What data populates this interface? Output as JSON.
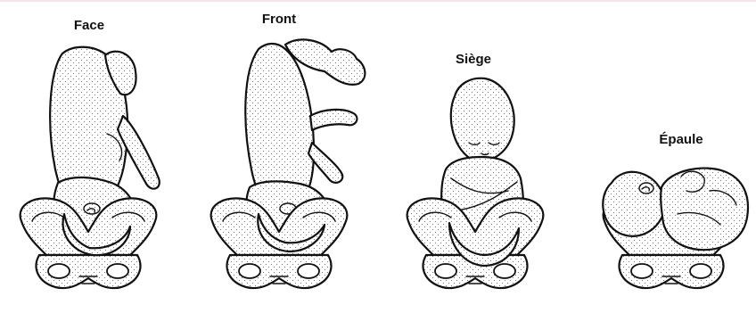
{
  "diagram": {
    "panels": [
      {
        "id": "face",
        "label": "Face"
      },
      {
        "id": "front",
        "label": "Front"
      },
      {
        "id": "siege",
        "label": "Siège"
      },
      {
        "id": "epaule",
        "label": "Épaule"
      }
    ]
  }
}
